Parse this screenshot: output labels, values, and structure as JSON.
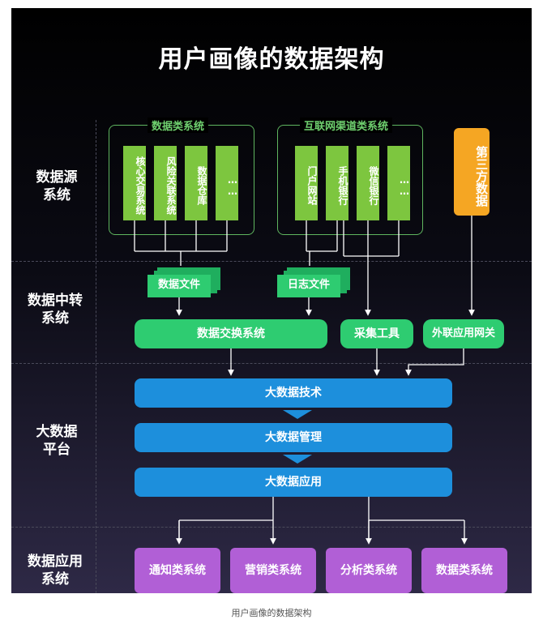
{
  "title": "用户画像的数据架构",
  "layers": {
    "source": [
      "数据源",
      "系统"
    ],
    "transfer": [
      "数据中转",
      "系统"
    ],
    "platform": [
      "大数据",
      "平台"
    ],
    "application": [
      "数据应用",
      "系统"
    ]
  },
  "source_groups": {
    "data_systems": {
      "title": "数据类系统",
      "columns": [
        "核心交易系统",
        "风险关联系统",
        "数据仓库",
        "……"
      ]
    },
    "internet_systems": {
      "title": "互联网渠道类系统",
      "columns": [
        "门户网站",
        "手机银行",
        "微信银行",
        "……"
      ]
    },
    "third_party": "第三方数据"
  },
  "transfer": {
    "data_file": "数据文件",
    "log_file": "日志文件",
    "exchange_system": "数据交换系统",
    "collect_tool": "采集工具",
    "external_gateway": "外联应用网关"
  },
  "platform": {
    "tech": "大数据技术",
    "management": "大数据管理",
    "application": "大数据应用"
  },
  "applications": [
    "通知类系统",
    "营销类系统",
    "分析类系统",
    "数据类系统"
  ],
  "caption": "用户画像的数据架构",
  "colors": {
    "green_source": "#7dc63f",
    "green_transfer": "#2ecc71",
    "orange": "#f5a623",
    "blue": "#1d8fdc",
    "purple": "#b15fd6"
  }
}
